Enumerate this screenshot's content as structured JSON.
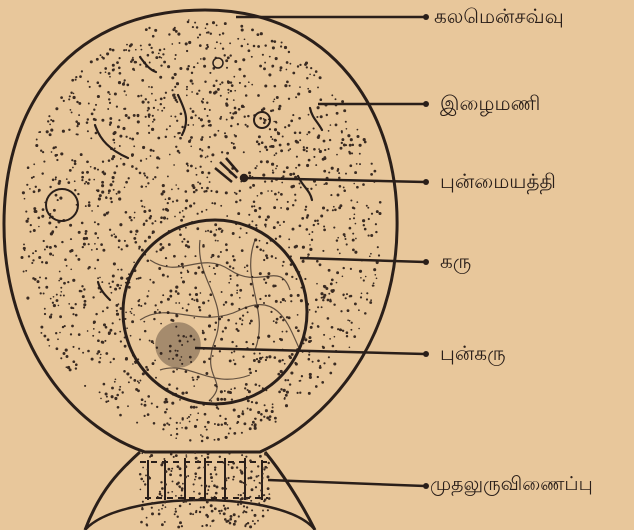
{
  "diagram": {
    "labels": [
      {
        "id": "cell-membrane",
        "text": "கலமென்சவ்வு"
      },
      {
        "id": "cilia",
        "text": "இழைமணி"
      },
      {
        "id": "centrosome",
        "text": "புன்மையத்தி"
      },
      {
        "id": "nucleus",
        "text": "கரு"
      },
      {
        "id": "nucleolus",
        "text": "புன்கரு"
      },
      {
        "id": "initial-segment",
        "text": "முதலுருவிணைப்பு"
      }
    ],
    "colors": {
      "paper": "#e8c79b",
      "ink": "#2a1f1a",
      "stipple": "#3a2b22"
    }
  }
}
